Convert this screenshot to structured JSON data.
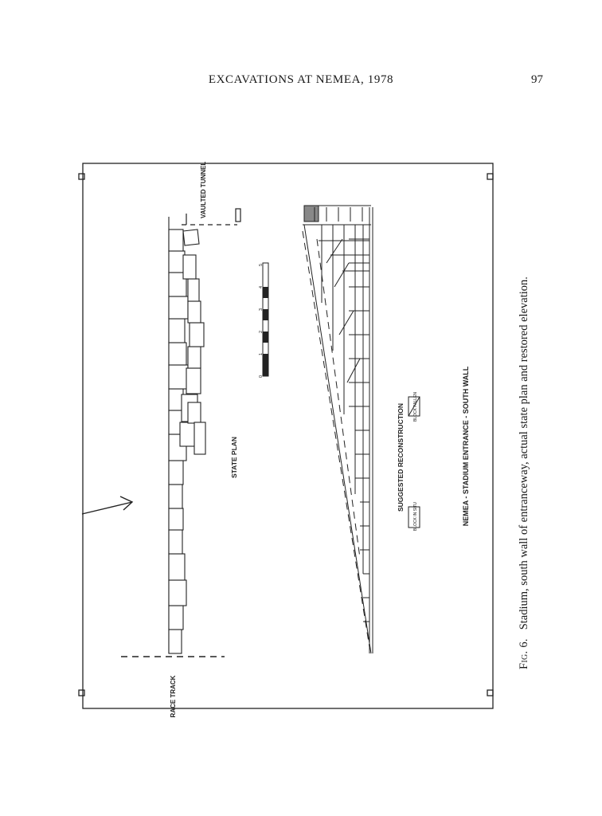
{
  "running_head": {
    "title": "EXCAVATIONS AT NEMEA, 1978",
    "page_number": "97"
  },
  "figure": {
    "labels": {
      "vaulted_tunnel": "VAULTED TUNNEL",
      "race_track": "RACE TRACK",
      "state_plan": "STATE PLAN",
      "suggested_reconstruction": "SUGGESTED RECONSTRUCTION",
      "legend_block_in_situ": "BLOCK IN SITU",
      "legend_block_fallen": "BLOCK FALLEN",
      "main_title": "NEMEA - STADIUM ENTRANCE - SOUTH WALL",
      "scale_ticks": [
        "0",
        "1",
        "2",
        "3",
        "4",
        "5"
      ]
    }
  },
  "caption": {
    "label": "Fig. 6.",
    "text": "Stadium, south wall of entranceway, actual state plan and restored elevation."
  }
}
